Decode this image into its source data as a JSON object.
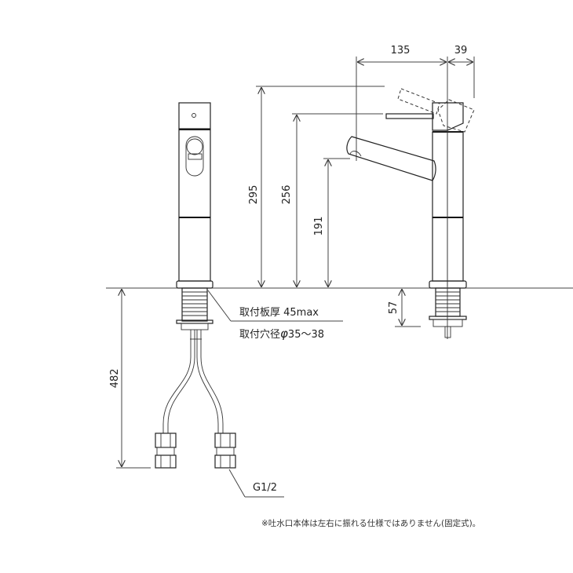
{
  "dimensions": {
    "spout_reach": "135",
    "handle_offset": "39",
    "total_height": "295",
    "handle_height": "256",
    "spout_height": "191",
    "shank_length": "57",
    "hose_length": "482"
  },
  "annotations": {
    "counter_thickness": "取付板厚 45max",
    "mounting_hole": "取付穴径",
    "mounting_hole_phi": "φ",
    "mounting_hole_range": "35～38",
    "connection_thread": "G1/2"
  },
  "footnote": "※吐水口本体は左右に振れる仕様ではありません(固定式)。"
}
